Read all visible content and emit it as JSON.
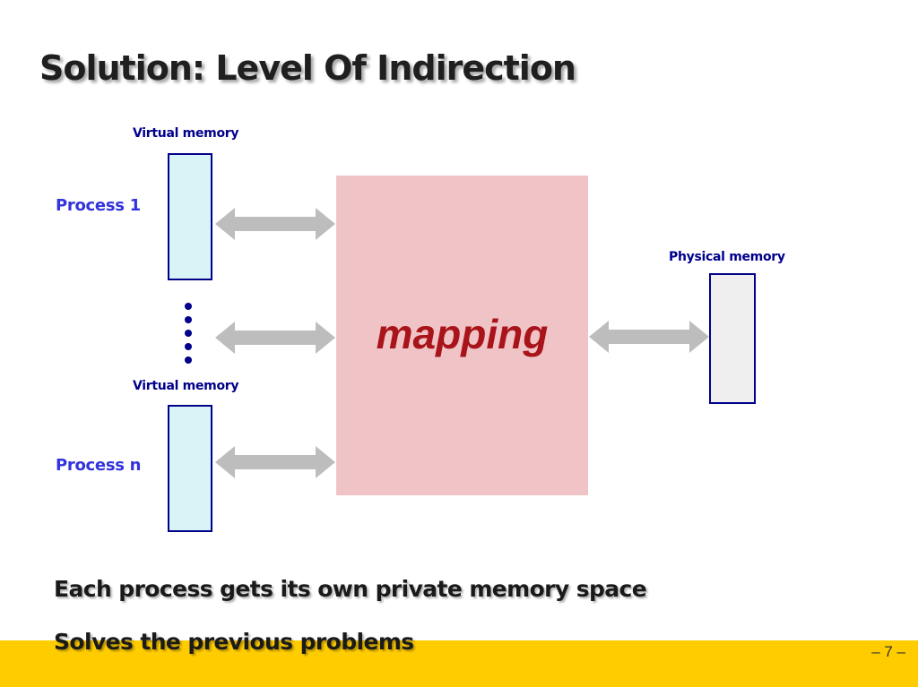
{
  "title": "Solution: Level Of Indirection",
  "diagram": {
    "virtual_memory_label_top": "Virtual memory",
    "virtual_memory_label_bottom": "Virtual memory",
    "process_1_label": "Process 1",
    "process_n_label": "Process n",
    "mapping_label": "mapping",
    "physical_memory_label": "Physical memory"
  },
  "bullets": [
    "Each process gets its own private memory space",
    "Solves the previous problems"
  ],
  "page_number": "– 7 –",
  "colors": {
    "mapping_box": "#f0c4c6",
    "mapping_text": "#a8141a",
    "virtual_memory_fill": "#d9f4f6",
    "physical_memory_fill": "#efefef",
    "outline": "#00008b",
    "process_label": "#3333dd",
    "arrow": "#bdbdbd",
    "footer_bar": "#ffcc00"
  }
}
